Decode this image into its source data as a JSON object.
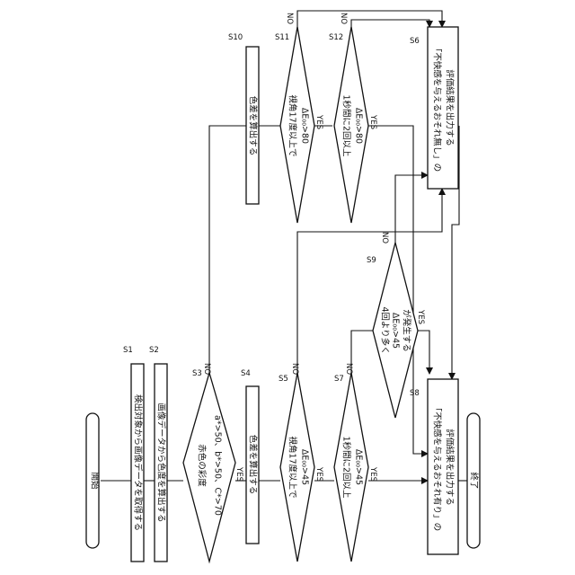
{
  "flowchart": {
    "nodes": {
      "start": {
        "text": "開始"
      },
      "s1": {
        "step": "S1",
        "text": "検出対象から画像データを取得する"
      },
      "s2": {
        "step": "S2",
        "text": "画像データから色度を算出する"
      },
      "s3": {
        "step": "S3",
        "line1": "赤色の彩度",
        "line2": "a*>50、b*>50、C*>70"
      },
      "s4": {
        "step": "S4",
        "text": "色差を算出する"
      },
      "s5": {
        "step": "S5",
        "line1": "視角17度以上で",
        "line2": "ΔE₀₀>45"
      },
      "s7": {
        "step": "S7",
        "line1": "1秒間に2回以上",
        "line2": "ΔE₀₀>45"
      },
      "s9": {
        "step": "S9",
        "line1": "4回より多く",
        "line2": "ΔE₀₀>45",
        "line3": "が発生する"
      },
      "s10": {
        "step": "S10",
        "text": "色差を算出する"
      },
      "s11": {
        "step": "S11",
        "line1": "視角17度以上で",
        "line2": "ΔE₀₀>80"
      },
      "s12": {
        "step": "S12",
        "line1": "1秒間に2回以上",
        "line2": "ΔE₀₀>80"
      },
      "s6": {
        "step": "S6",
        "line1": "「不快感を与えるおそれ無し」の",
        "line2": "評価結果を出力する"
      },
      "s8": {
        "step": "S8",
        "line1": "「不快感を与えるおそれ有り」の",
        "line2": "評価結果を出力する"
      },
      "end": {
        "text": "終了"
      }
    },
    "branch_labels": {
      "yes": "YES",
      "no": "NO"
    }
  }
}
